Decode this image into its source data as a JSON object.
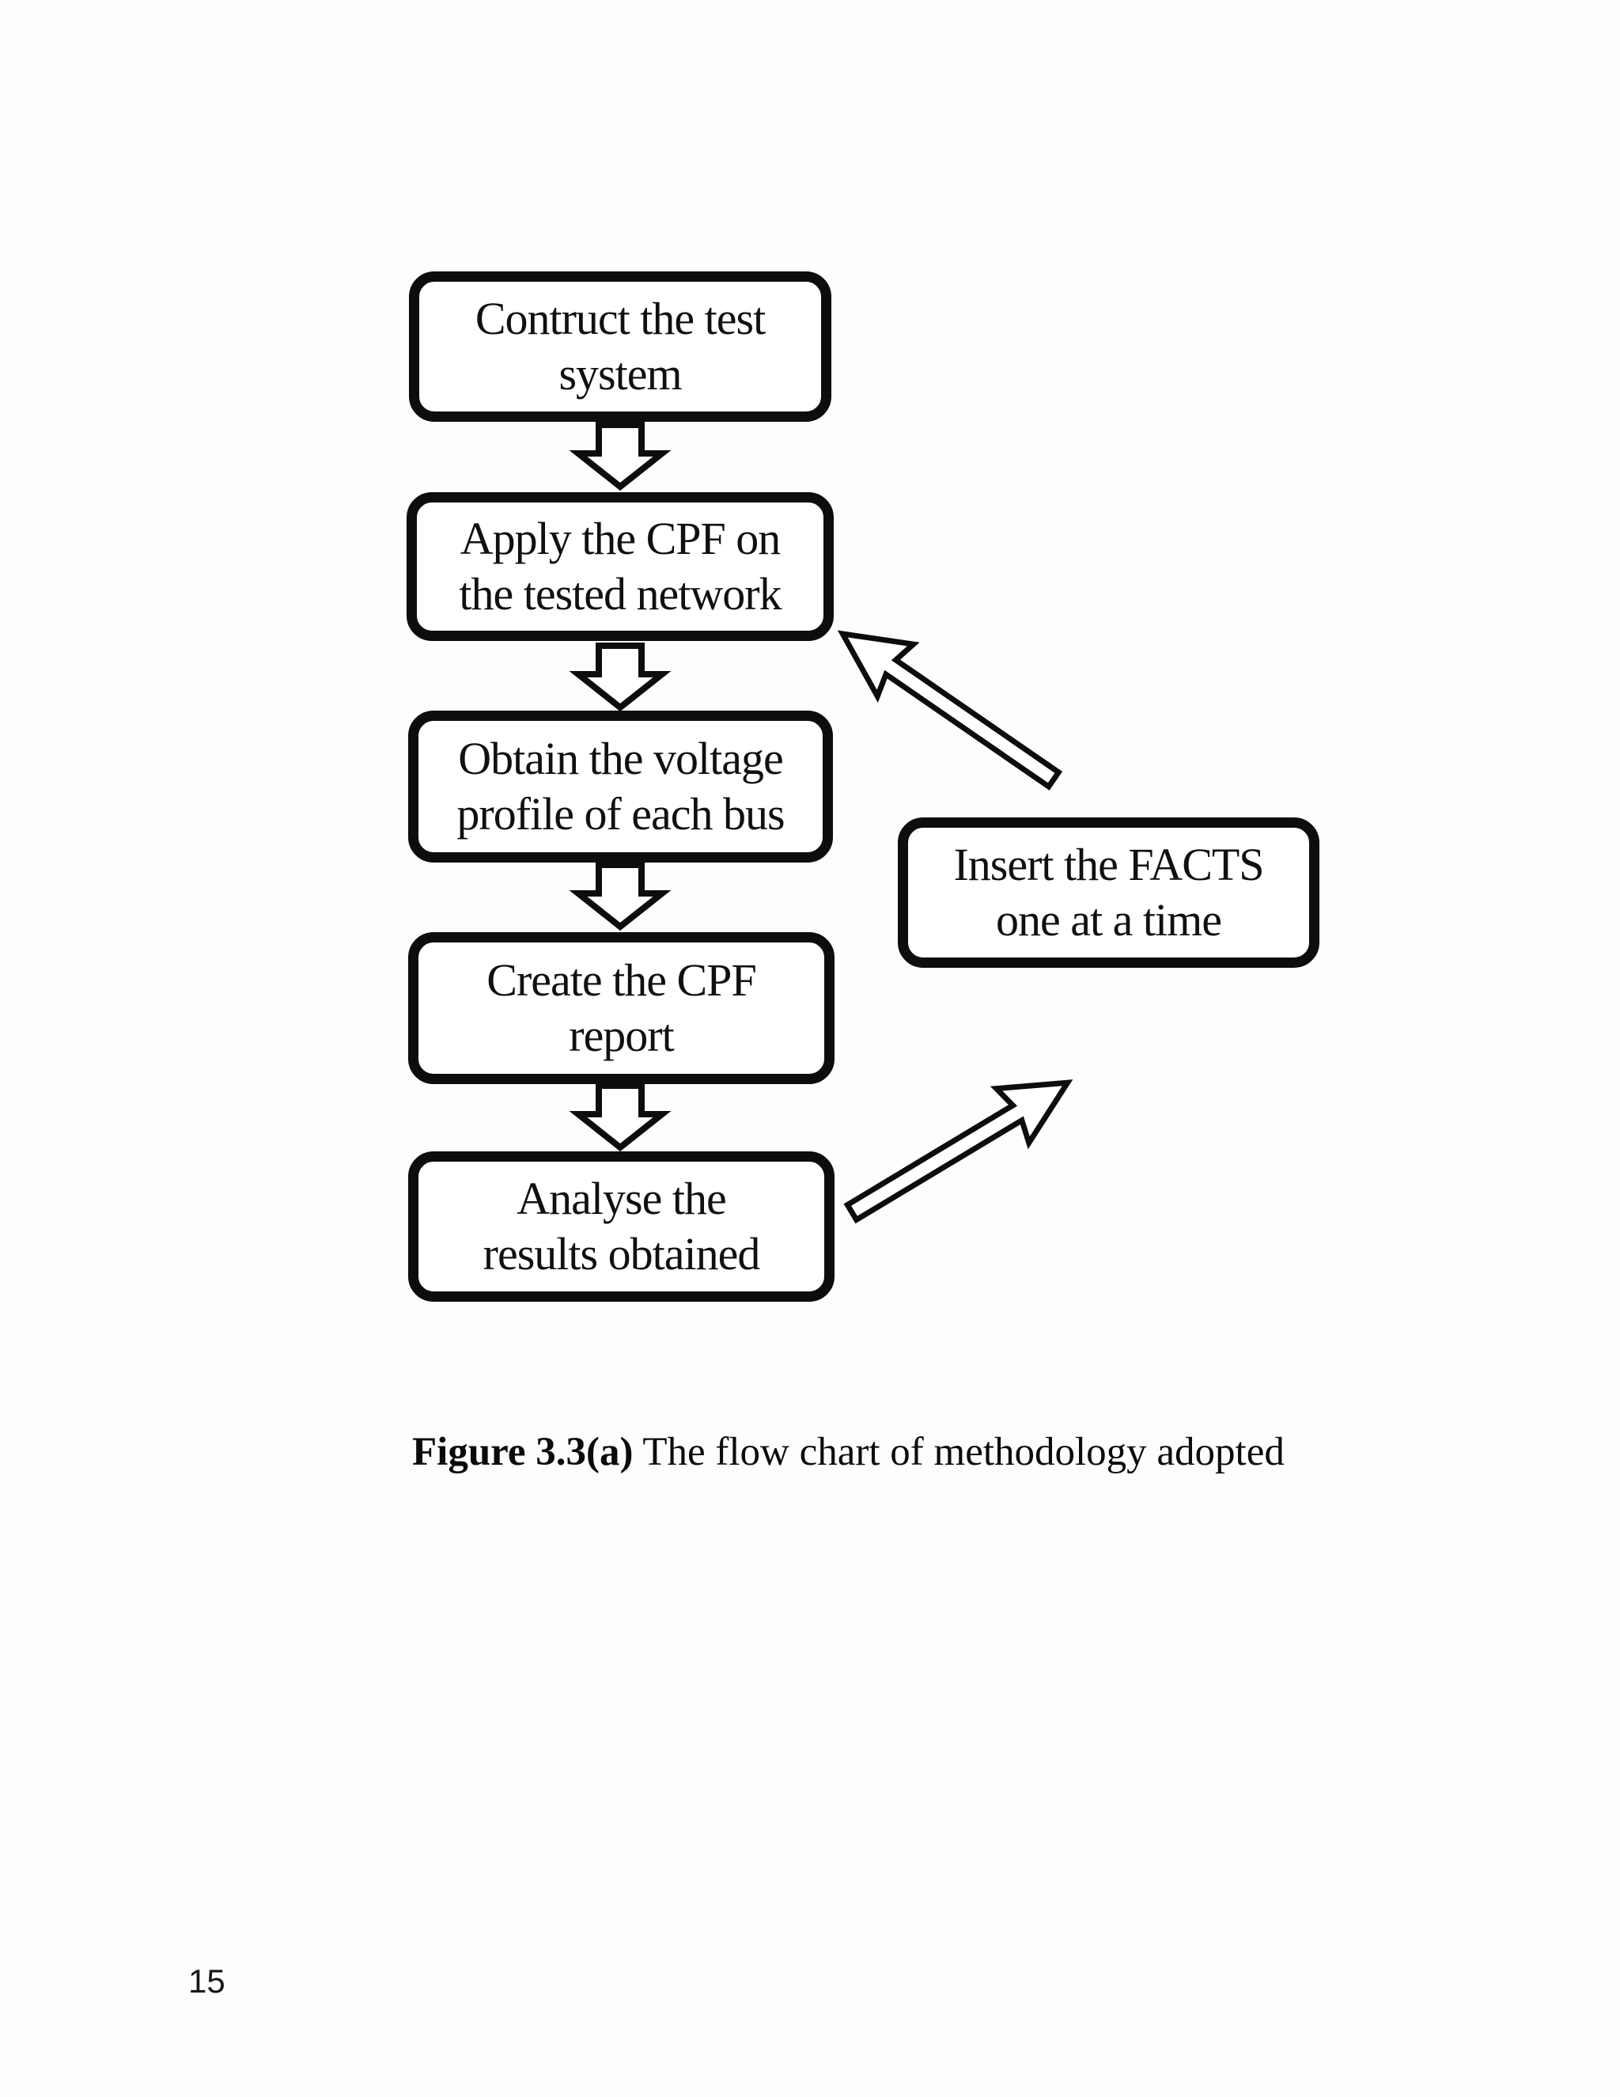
{
  "page": {
    "number": "15",
    "background_color": "#fdfdfd",
    "ink_color": "#0d0d0d"
  },
  "figure": {
    "caption_label": "Figure 3.3(a)",
    "caption_text": " The flow chart of methodology adopted"
  },
  "flowchart": {
    "box_fill": "#ffffff",
    "box_border_color": "#0d0d0d",
    "steps": [
      {
        "lines": [
          "Contruct the test",
          "system"
        ]
      },
      {
        "lines": [
          "Apply the CPF on",
          "the tested network"
        ]
      },
      {
        "lines": [
          "Obtain the voltage",
          "profile of each bus"
        ]
      },
      {
        "lines": [
          "Create the CPF",
          "report"
        ]
      },
      {
        "lines": [
          "Analyse the",
          "results obtained"
        ]
      }
    ],
    "side_step": {
      "lines": [
        "Insert the FACTS",
        "one at a time"
      ]
    },
    "arrows": [
      {
        "name": "down-arrow",
        "from": "step-1",
        "to": "step-2"
      },
      {
        "name": "down-arrow",
        "from": "step-2",
        "to": "step-3"
      },
      {
        "name": "down-arrow",
        "from": "step-3",
        "to": "step-4"
      },
      {
        "name": "down-arrow",
        "from": "step-4",
        "to": "step-5"
      },
      {
        "name": "up-left-arrow",
        "from": "side-step",
        "to": "step-2"
      },
      {
        "name": "up-right-arrow",
        "from": "step-5",
        "to": "side-step"
      }
    ]
  }
}
